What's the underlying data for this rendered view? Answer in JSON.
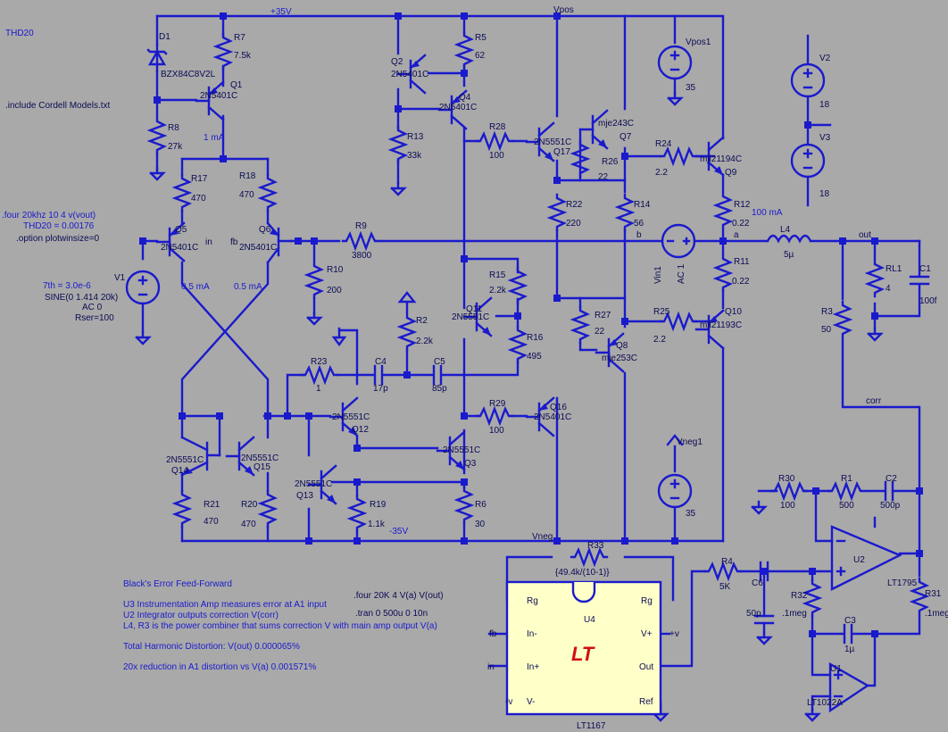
{
  "colors": {
    "background": "#a9a9a9",
    "wire": "#1a1acd",
    "text": "#0b0b55",
    "chip_fill": "#ffffc8",
    "logo": "#d01010"
  },
  "header": {
    "title": "THD20",
    "include": ".include Cordell Models.txt"
  },
  "nets": {
    "p35": "+35V",
    "n35": "-35V",
    "vpos": "Vpos",
    "vneg": "Vneg",
    "in": "in",
    "fb": "fb",
    "b": "b",
    "a": "a",
    "out": "out",
    "corr": "corr"
  },
  "currents": {
    "q1": "1 mA",
    "q5": "0.5 mA",
    "q6": "0.5 mA",
    "q9": "100 mA"
  },
  "directives": {
    "four_top": ".four 20khz 10 4 v(vout)",
    "thd20": "THD20 = 0.00176",
    "plotwin": ".option plotwinsize=0",
    "seventh": "7th = 3.0e-6",
    "four_bottom": ".four 20K 4 V(a) V(out)",
    "tran": ".tran 0 500u 0 10n"
  },
  "v1": {
    "name": "V1",
    "sine": "SINE(0 1.414 20k)",
    "ac": "AC 0",
    "rser": "Rser=100"
  },
  "vsources": [
    {
      "name": "Vpos1",
      "value": "35"
    },
    {
      "name": "Vneg1",
      "value": "35"
    },
    {
      "name": "V2",
      "value": "18"
    },
    {
      "name": "V3",
      "value": "18"
    }
  ],
  "vin1": {
    "name": "Vin1",
    "ac": "AC 1"
  },
  "resistors": [
    {
      "name": "R7",
      "value": "7.5k"
    },
    {
      "name": "R8",
      "value": "27k"
    },
    {
      "name": "R5",
      "value": "62"
    },
    {
      "name": "R13",
      "value": "33k"
    },
    {
      "name": "R17",
      "value": "470"
    },
    {
      "name": "R18",
      "value": "470"
    },
    {
      "name": "R9",
      "value": "3800"
    },
    {
      "name": "R10",
      "value": "200"
    },
    {
      "name": "R28",
      "value": "100"
    },
    {
      "name": "R22",
      "value": "220"
    },
    {
      "name": "R26",
      "value": "22"
    },
    {
      "name": "R24",
      "value": "2.2"
    },
    {
      "name": "R14",
      "value": "56"
    },
    {
      "name": "R12",
      "value": "0.22"
    },
    {
      "name": "R11",
      "value": "0.22"
    },
    {
      "name": "R15",
      "value": "2.2k"
    },
    {
      "name": "R16",
      "value": "495"
    },
    {
      "name": "R2",
      "value": "2.2k"
    },
    {
      "name": "R23",
      "value": "1"
    },
    {
      "name": "R27",
      "value": "22"
    },
    {
      "name": "R25",
      "value": "2.2"
    },
    {
      "name": "R29",
      "value": "100"
    },
    {
      "name": "R21",
      "value": "470"
    },
    {
      "name": "R20",
      "value": "470"
    },
    {
      "name": "R19",
      "value": "1.1k"
    },
    {
      "name": "R6",
      "value": "30"
    },
    {
      "name": "RL1",
      "value": "4"
    },
    {
      "name": "R3",
      "value": "50"
    },
    {
      "name": "R30",
      "value": "100"
    },
    {
      "name": "R1",
      "value": "500"
    },
    {
      "name": "R33",
      "value": "{49.4k/(10-1)}"
    },
    {
      "name": "R4",
      "value": "5K"
    },
    {
      "name": "R32",
      "value": ".1meg"
    },
    {
      "name": "R31",
      "value": ".1meg"
    }
  ],
  "caps": [
    {
      "name": "C4",
      "value": "17p"
    },
    {
      "name": "C5",
      "value": "85p"
    },
    {
      "name": "C1",
      "value": "100f"
    },
    {
      "name": "C2",
      "value": "500p"
    },
    {
      "name": "C6",
      "value": "50p"
    },
    {
      "name": "C3",
      "value": "1µ"
    }
  ],
  "inductor": {
    "name": "L4",
    "value": "5µ"
  },
  "diode": {
    "name": "D1",
    "part": "BZX84C8V2L"
  },
  "transistors": [
    {
      "name": "Q1",
      "part": "2N5401C"
    },
    {
      "name": "Q2",
      "part": "2N5401C"
    },
    {
      "name": "Q4",
      "part": "2N5401C"
    },
    {
      "name": "Q5",
      "part": "2N5401C"
    },
    {
      "name": "Q6",
      "part": "2N5401C"
    },
    {
      "name": "Q17",
      "part": "2N5551C"
    },
    {
      "name": "Q7",
      "part": "mje243C"
    },
    {
      "name": "Q9",
      "part": "mjl21194C"
    },
    {
      "name": "Q11",
      "part": "2N5551C"
    },
    {
      "name": "Q8",
      "part": "mje253C"
    },
    {
      "name": "Q10",
      "part": "mjl21193C"
    },
    {
      "name": "Q12",
      "part": "2N5551C"
    },
    {
      "name": "Q16",
      "part": "2N5401C"
    },
    {
      "name": "Q3",
      "part": "2N5551C"
    },
    {
      "name": "Q14",
      "part": "2N5551C"
    },
    {
      "name": "Q15",
      "part": "2N5551C"
    },
    {
      "name": "Q13",
      "part": "2N5551C"
    }
  ],
  "u4": {
    "name": "U4",
    "part": "LT1167",
    "logo": "LT",
    "pins": {
      "rg_l": "Rg",
      "rg_r": "Rg",
      "inm": "In-",
      "vp": "V+",
      "inp": "In+",
      "out": "Out",
      "vm": "V-",
      "ref": "Ref"
    },
    "pin_nets": {
      "fb": "fb",
      "in": "in",
      "plusv": "+v",
      "minusv": "-v"
    }
  },
  "u2": {
    "name": "U2",
    "part": "LT1795"
  },
  "u1": {
    "name": "U1",
    "part": "LT1022A"
  },
  "notes": [
    "Black's Error Feed-Forward",
    "U3 Instrumentation Amp measures error at A1 input",
    "U2 Integrator outputs correction V(corr)",
    "L4, R3 is the power combiner that sums correction V with main amp output V(a)",
    "Total Harmonic Distortion: V(out) 0.000065%",
    "20x reduction in A1 distortion vs V(a)  0.001571%"
  ]
}
